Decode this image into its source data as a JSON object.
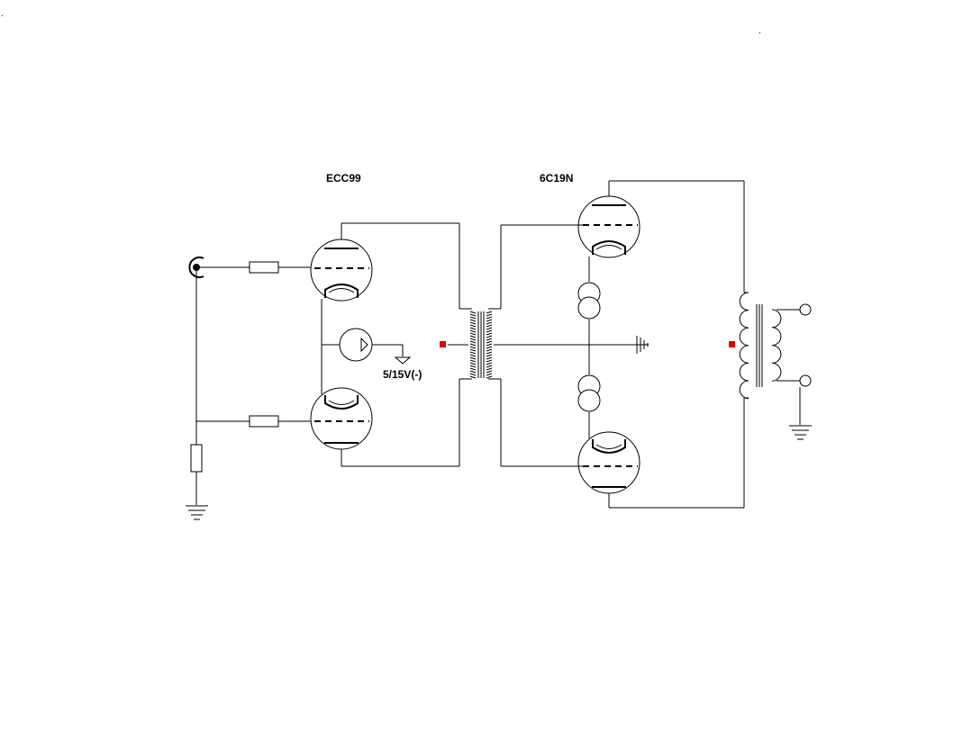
{
  "labels": {
    "driver_tube": "ECC99",
    "output_tube": "6C19N",
    "bias_voltage": "5/15V(-)"
  },
  "colors": {
    "wire": "#000000",
    "marker": "#e00000",
    "background": "#ffffff"
  }
}
